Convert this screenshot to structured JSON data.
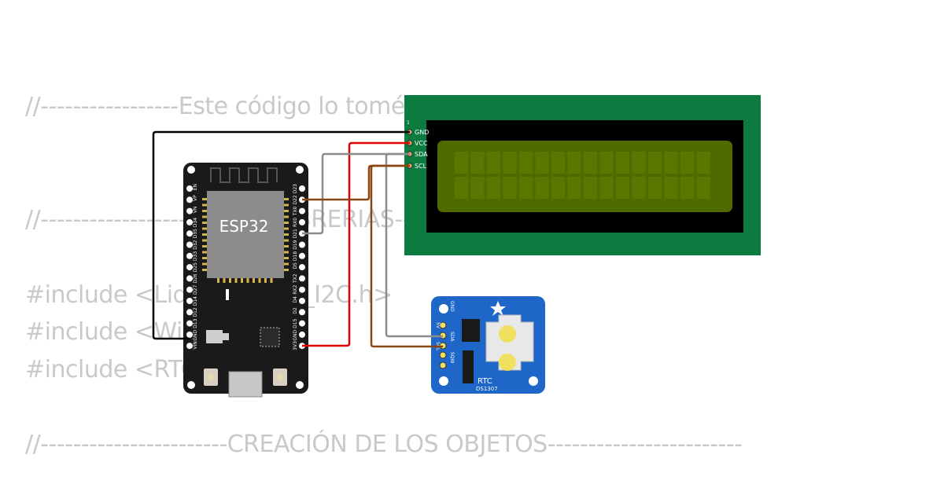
{
  "code": {
    "line1": "//-----------------Este código lo tomé de",
    "line2": "//-----------------------------LIBRERIAS---",
    "line3": "#include <LiquidCrystal_I2C.h>",
    "line4": "#include <Wire.h>",
    "line5": "#include <RTClib.h>",
    "line6": "//-----------------------CREACIÓN DE LOS OBJETOS------------------------"
  },
  "esp32": {
    "label": "ESP32",
    "left_pins": [
      "EN",
      "VP",
      "VN",
      "D34",
      "D35",
      "D32",
      "D33",
      "D25",
      "D26",
      "D27",
      "D14",
      "D12",
      "D13",
      "GND",
      "VIN"
    ],
    "right_pins": [
      "D23",
      "D22",
      "TX0",
      "RX0",
      "D21",
      "D19",
      "D18",
      "D5",
      "TX2",
      "RX2",
      "D4",
      "D2",
      "D15",
      "GND",
      "3V3"
    ]
  },
  "lcd": {
    "pin1_label": "1",
    "pins": [
      "GND",
      "VCC",
      "SDA",
      "SCL"
    ]
  },
  "rtc": {
    "title": "RTC",
    "chip": "DS1307",
    "pins": [
      "GND",
      "5V",
      "SDA",
      "SCL",
      "SQW"
    ]
  },
  "colors": {
    "wire_gnd": "#000000",
    "wire_vcc": "#e10000",
    "wire_sda": "#8c8c8c",
    "wire_scl": "#8b4513",
    "lcd_board": "#0b7b40",
    "lcd_screen": "#4f6b00",
    "esp32_board": "#1a1a1a",
    "rtc_board": "#1e66c8"
  }
}
